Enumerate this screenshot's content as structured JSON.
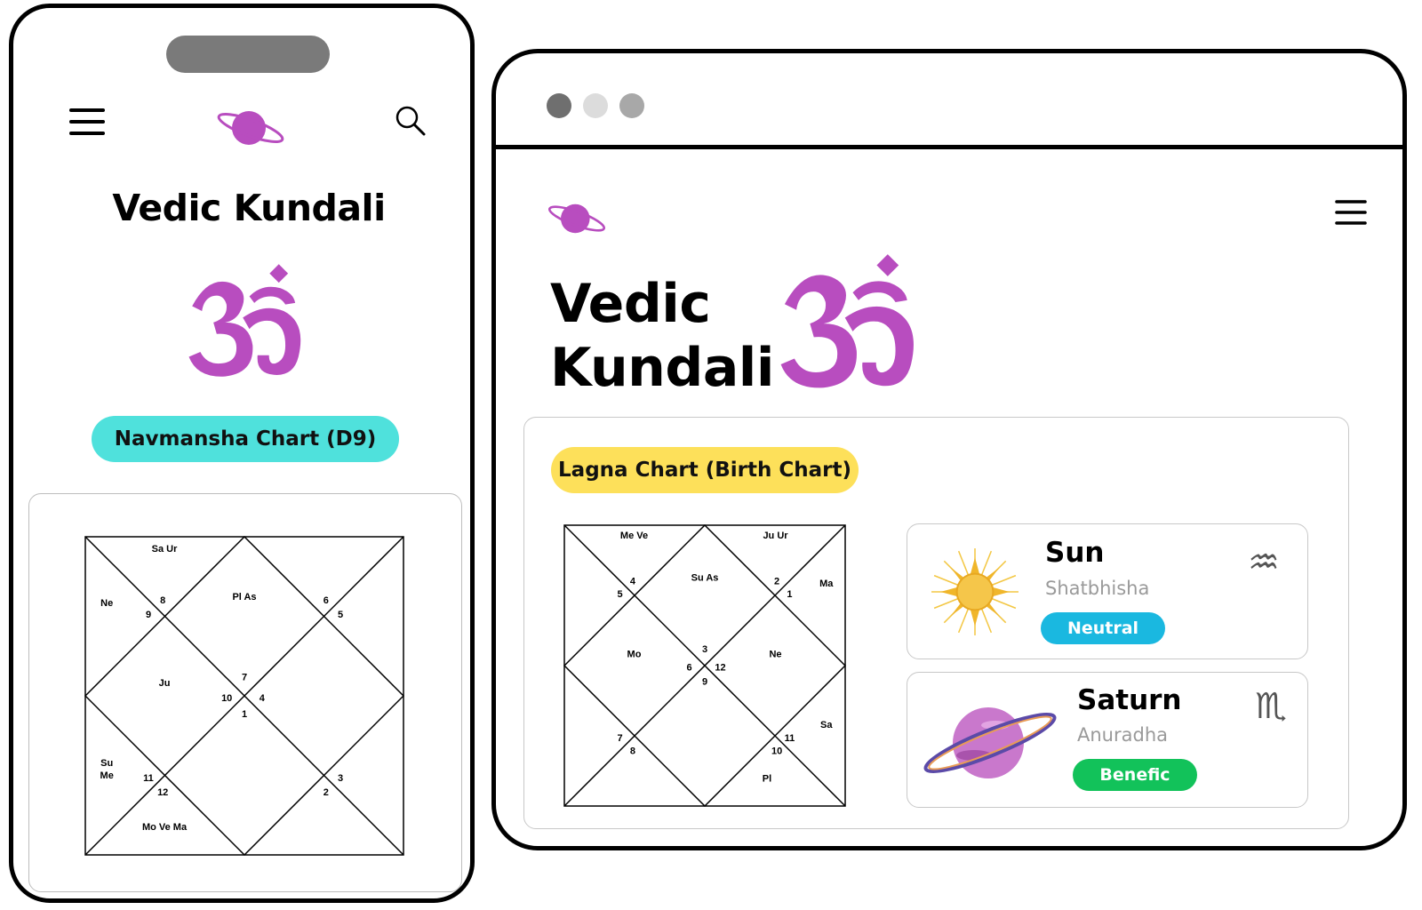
{
  "phone": {
    "title": "Vedic Kundali",
    "chart_pill": "Navmansha Chart (D9)",
    "chart": {
      "houses": [
        {
          "planets": [
            "Pl",
            "As"
          ]
        },
        {
          "planets": [
            "Sa",
            "Ur"
          ]
        },
        {
          "planets": [
            "Ne"
          ]
        },
        {
          "planets": [
            "Ju"
          ]
        },
        {
          "planets": [
            "Su",
            "Me"
          ]
        },
        {
          "planets": [
            "Mo",
            "Ve",
            "Ma"
          ]
        },
        {
          "planets": []
        },
        {
          "planets": []
        },
        {
          "planets": []
        },
        {
          "planets": []
        },
        {
          "planets": []
        },
        {
          "planets": []
        }
      ],
      "sign_numbers": [
        "7",
        "8",
        "9",
        "10",
        "11",
        "12",
        "1",
        "2",
        "3",
        "4",
        "5",
        "6"
      ]
    }
  },
  "browser": {
    "title_line1": "Vedic",
    "title_line2": "Kundali",
    "chart_pill": "Lagna Chart (Birth Chart)",
    "chart": {
      "houses": [
        {
          "planets": [
            "Su",
            "As"
          ]
        },
        {
          "planets": [
            "Me",
            "Ve"
          ]
        },
        {
          "planets": []
        },
        {
          "planets": [
            "Mo"
          ]
        },
        {
          "planets": []
        },
        {
          "planets": []
        },
        {
          "planets": []
        },
        {
          "planets": []
        },
        {
          "planets": [
            "Sa"
          ]
        },
        {
          "planets": [
            "Ne"
          ]
        },
        {
          "planets": [
            "Ma"
          ]
        },
        {
          "planets": [
            "Ju",
            "Ur"
          ]
        }
      ],
      "extra_planets": [
        "Pl"
      ],
      "sign_numbers": [
        "3",
        "4",
        "5",
        "6",
        "7",
        "8",
        "9",
        "10",
        "11",
        "12",
        "1",
        "2"
      ]
    },
    "planets": [
      {
        "name": "Sun",
        "nakshatra": "Shatbhisha",
        "status": "Neutral",
        "zodiac_icon": "aquarius-icon",
        "zodiac_glyph": "♒"
      },
      {
        "name": "Saturn",
        "nakshatra": "Anuradha",
        "status": "Benefic",
        "zodiac_icon": "scorpio-icon",
        "zodiac_glyph": "♏"
      }
    ]
  },
  "colors": {
    "brand_purple": "#b84dbf",
    "pill_cyan": "#4fe1dc",
    "pill_yellow": "#fde05a",
    "badge_neutral": "#1ab8e0",
    "badge_benefic": "#12c25a"
  }
}
